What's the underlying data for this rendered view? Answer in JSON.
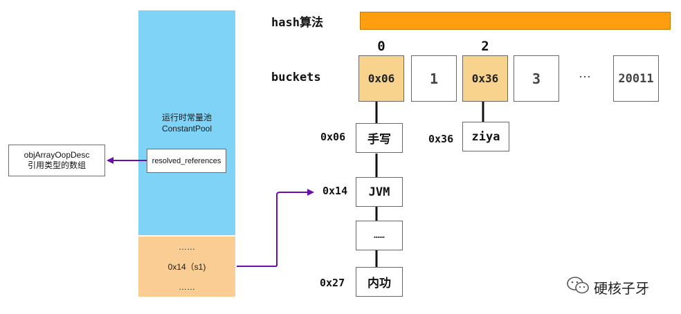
{
  "constant_pool": {
    "title_cn": "运行时常量池",
    "title_en": "ConstantPool",
    "resolved_references": "resolved_references",
    "slots": [
      "……",
      "0x14（s1)",
      "……"
    ]
  },
  "obj_array": {
    "line1": "objArrayOopDesc",
    "line2": "引用类型的数组"
  },
  "hash": {
    "label": "hash算法",
    "bar_color": "#ff9e0f"
  },
  "buckets": {
    "label": "buckets",
    "index_labels": [
      "0",
      "2"
    ],
    "cells": [
      "0x06",
      "1",
      "0x36",
      "3",
      "20011"
    ],
    "ellipsis": "···"
  },
  "chains": {
    "chain0": [
      {
        "addr": "0x06",
        "value": "手写"
      },
      {
        "addr": "0x14",
        "value": "JVM"
      },
      {
        "addr": "",
        "value": "……"
      },
      {
        "addr": "0x27",
        "value": "内功"
      }
    ],
    "chain2": [
      {
        "addr": "0x36",
        "value": "ziya"
      }
    ]
  },
  "watermark": {
    "text": "硬核子牙",
    "icon": "wechat-icon"
  },
  "colors": {
    "pool": "#7fd3f6",
    "slot": "#f9cd93",
    "bucket_filled": "#f7d38d",
    "arrow": "#6a0dad"
  }
}
